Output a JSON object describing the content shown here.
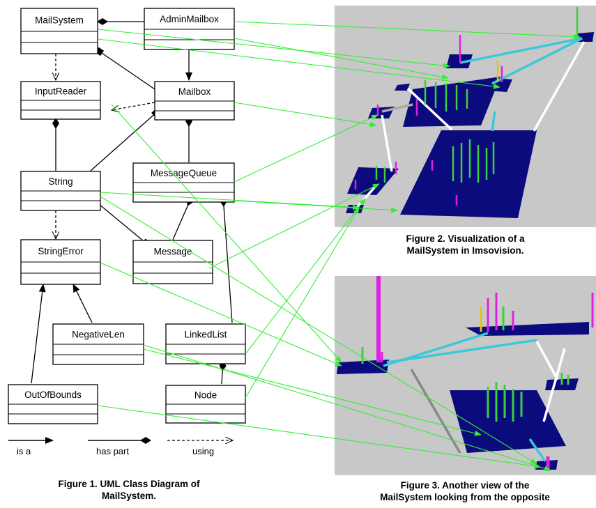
{
  "classes": [
    {
      "name": "MailSystem"
    },
    {
      "name": "AdminMailbox"
    },
    {
      "name": "InputReader"
    },
    {
      "name": "Mailbox"
    },
    {
      "name": "String"
    },
    {
      "name": "MessageQueue"
    },
    {
      "name": "StringError"
    },
    {
      "name": "Message"
    },
    {
      "name": "NegativeLen"
    },
    {
      "name": "LinkedList"
    },
    {
      "name": "OutOfBounds"
    },
    {
      "name": "Node"
    }
  ],
  "legend": {
    "is_a": "is a",
    "has_part": "has part",
    "using": "using"
  },
  "captions": {
    "fig1": [
      "Figure 1.  UML Class Diagram of",
      "MailSystem."
    ],
    "fig2": [
      "Figure 2.  Visualization of a",
      "MailSystem in Imsovision."
    ],
    "fig3": [
      "Figure 3.  Another view of the",
      "MailSystem looking from the opposite"
    ]
  },
  "colors": {
    "connector": "#33ee33",
    "plane": "#0b0b7e",
    "panel": "#c8c8c8",
    "magenta": "#e020e0",
    "green": "#3ad13a",
    "cyan": "#3cc8d8",
    "white": "#ffffff"
  }
}
